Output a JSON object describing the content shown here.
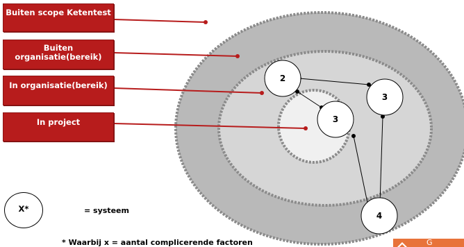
{
  "labels": {
    "outside_scope": "Buiten scope Ketentest",
    "outside_org_line1": "Buiten",
    "outside_org_line2": "organisatie(bereik)",
    "inside_org": "In organisatie(bereik)",
    "in_project": "In project"
  },
  "nodes": [
    {
      "id": "node-a",
      "label": "2"
    },
    {
      "id": "node-b",
      "label": "3"
    },
    {
      "id": "node-c",
      "label": "3"
    },
    {
      "id": "node-d",
      "label": "4"
    }
  ],
  "legend": {
    "node_label": "X*",
    "meaning": "= systeem",
    "footnote": "* Waarbij x = aantal complicerende factoren"
  },
  "logo": {
    "text": "G"
  },
  "colors": {
    "label_box": "#b71c1c",
    "leader_line": "#b71c1c",
    "outer_ellipse": "#b9b9b9",
    "middle_ellipse": "#d6d6d6",
    "inner_ellipse": "#f0f0f0",
    "dashed_border": "#8a8a8a",
    "logo": "#e8733a"
  }
}
